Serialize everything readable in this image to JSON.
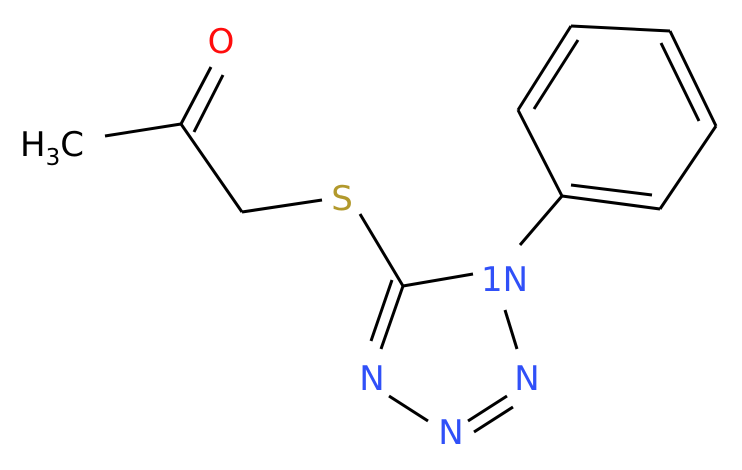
{
  "colors": {
    "bond": "#000000",
    "oxygen": "#ff0d0d",
    "nitrogen": "#3050f8",
    "sulfur": "#b2992c",
    "carbon": "#000000",
    "background": "#ffffff"
  },
  "atoms": {
    "methyl": {
      "main": "H",
      "sub": "3",
      "tail": "C"
    },
    "oxygen": "O",
    "sulfur": "S",
    "n1": {
      "label": "N",
      "locant": "1"
    },
    "n2": "N",
    "n3": "N",
    "n4": "N"
  }
}
